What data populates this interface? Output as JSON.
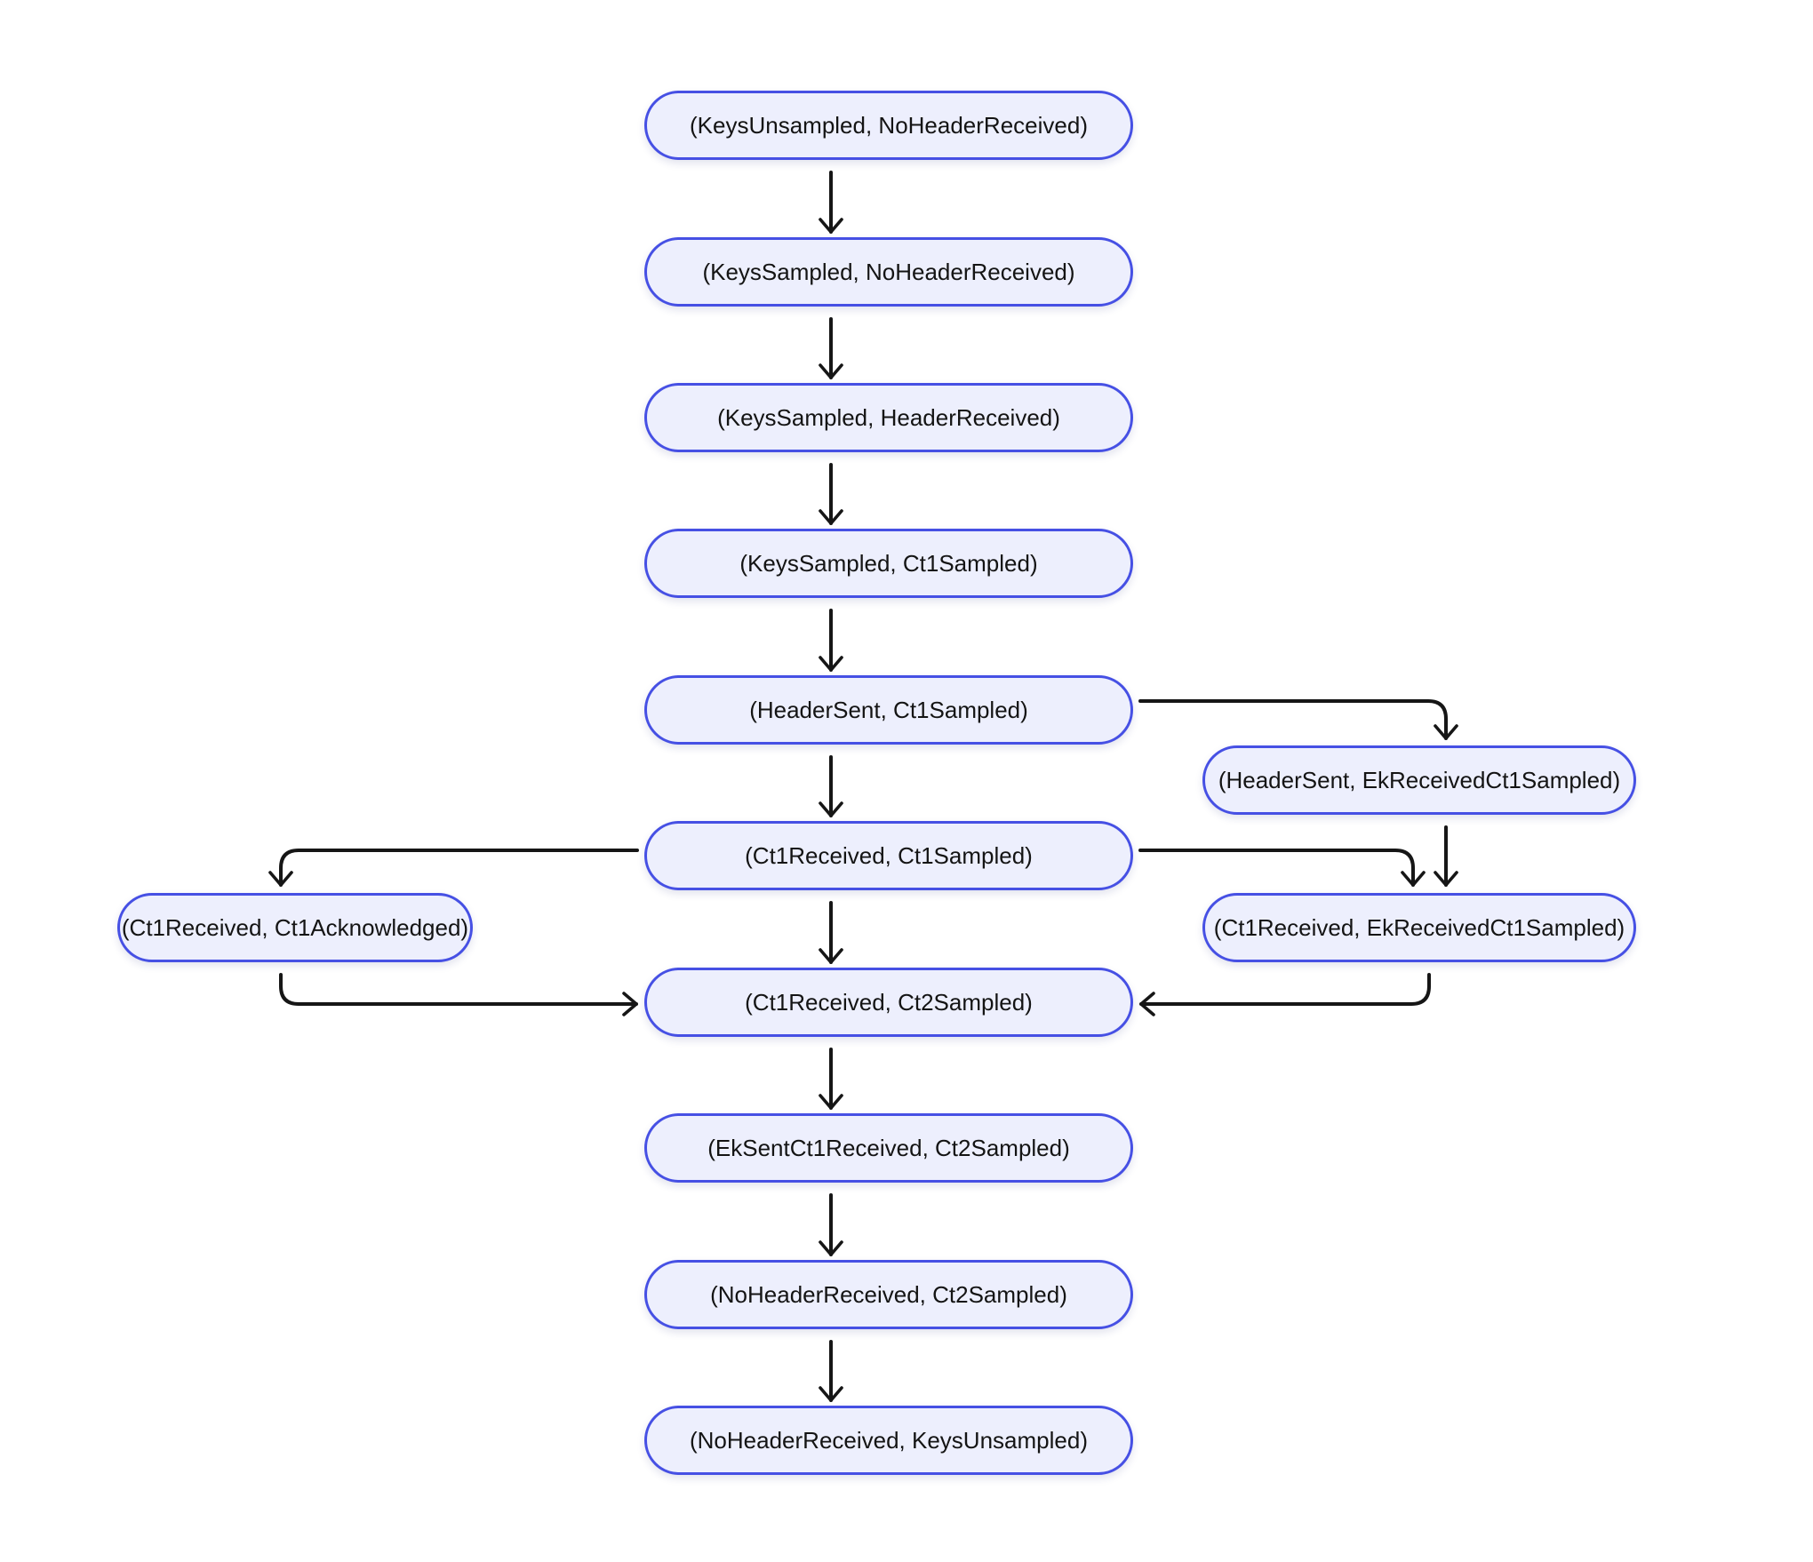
{
  "colors": {
    "background": "#ffffff",
    "node_fill": "#edeffd",
    "node_border": "#4650e4",
    "arrow_color": "#161616",
    "text_color": "#141414"
  },
  "nodes": [
    {
      "id": "keysunsampled-noheaderreceived",
      "label": "(KeysUnsampled, NoHeaderReceived)"
    },
    {
      "id": "keyssampled-noheaderreceived",
      "label": "(KeysSampled, NoHeaderReceived)"
    },
    {
      "id": "keyssampled-headerreceived",
      "label": "(KeysSampled, HeaderReceived)"
    },
    {
      "id": "keyssampled-ct1sampled",
      "label": "(KeysSampled, Ct1Sampled)"
    },
    {
      "id": "headersent-ct1sampled",
      "label": "(HeaderSent, Ct1Sampled)"
    },
    {
      "id": "headersent-ekreceivedct1sampled",
      "label": "(HeaderSent, EkReceivedCt1Sampled)"
    },
    {
      "id": "ct1received-ct1sampled",
      "label": "(Ct1Received, Ct1Sampled)"
    },
    {
      "id": "ct1received-ct1acknowledged",
      "label": "(Ct1Received, Ct1Acknowledged)"
    },
    {
      "id": "ct1received-ekreceivedct1sampled",
      "label": "(Ct1Received, EkReceivedCt1Sampled)"
    },
    {
      "id": "ct1received-ct2sampled",
      "label": "(Ct1Received, Ct2Sampled)"
    },
    {
      "id": "eksentct1received-ct2sampled",
      "label": "(EkSentCt1Received, Ct2Sampled)"
    },
    {
      "id": "noheaderreceived-ct2sampled",
      "label": "(NoHeaderReceived, Ct2Sampled)"
    },
    {
      "id": "noheaderreceived-keysunsampled",
      "label": "(NoHeaderReceived, KeysUnsampled)"
    }
  ],
  "edges": [
    {
      "from": "keysunsampled-noheaderreceived",
      "to": "keyssampled-noheaderreceived"
    },
    {
      "from": "keyssampled-noheaderreceived",
      "to": "keyssampled-headerreceived"
    },
    {
      "from": "keyssampled-headerreceived",
      "to": "keyssampled-ct1sampled"
    },
    {
      "from": "keyssampled-ct1sampled",
      "to": "headersent-ct1sampled"
    },
    {
      "from": "headersent-ct1sampled",
      "to": "ct1received-ct1sampled"
    },
    {
      "from": "headersent-ct1sampled",
      "to": "headersent-ekreceivedct1sampled"
    },
    {
      "from": "headersent-ekreceivedct1sampled",
      "to": "ct1received-ekreceivedct1sampled"
    },
    {
      "from": "ct1received-ct1sampled",
      "to": "ct1received-ekreceivedct1sampled"
    },
    {
      "from": "ct1received-ct1sampled",
      "to": "ct1received-ct1acknowledged"
    },
    {
      "from": "ct1received-ct1sampled",
      "to": "ct1received-ct2sampled"
    },
    {
      "from": "ct1received-ct1acknowledged",
      "to": "ct1received-ct2sampled"
    },
    {
      "from": "ct1received-ekreceivedct1sampled",
      "to": "ct1received-ct2sampled"
    },
    {
      "from": "ct1received-ct2sampled",
      "to": "eksentct1received-ct2sampled"
    },
    {
      "from": "eksentct1received-ct2sampled",
      "to": "noheaderreceived-ct2sampled"
    },
    {
      "from": "noheaderreceived-ct2sampled",
      "to": "noheaderreceived-keysunsampled"
    }
  ]
}
